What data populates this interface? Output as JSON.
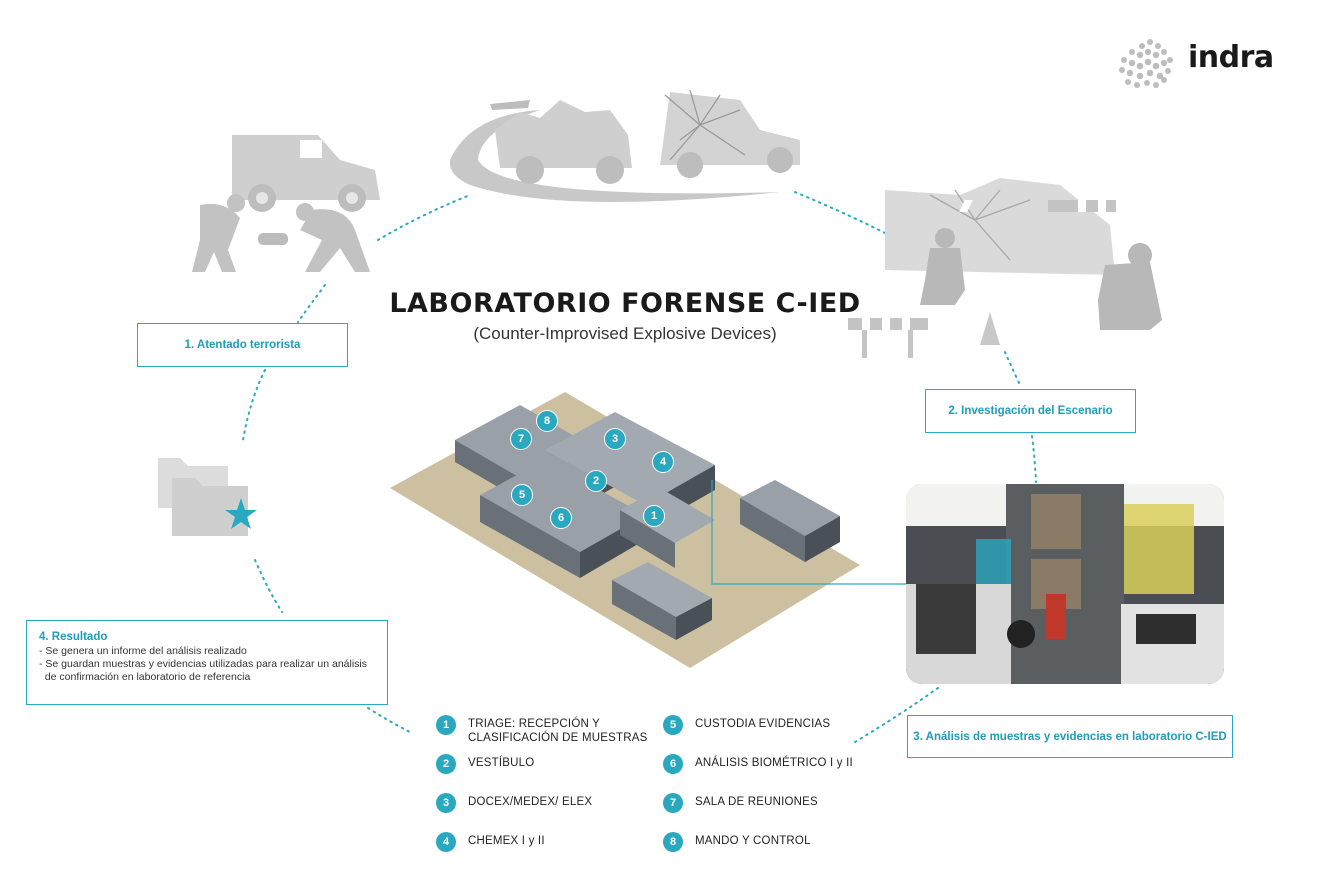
{
  "brand": {
    "name": "indra"
  },
  "title": "LABORATORIO FORENSE C-IED",
  "subtitle": "(Counter-Improvised Explosive Devices)",
  "steps": {
    "step1": "1. Atentado terrorista",
    "step2": "2. Investigación del Escenario",
    "step3": "3. Análisis de muestras y evidencias en laboratorio C-IED",
    "step4": {
      "title": "4. Resultado",
      "lines": [
        "- Se genera un informe del análisis realizado",
        "- Se guardan muestras y evidencias utilizadas para realizar un análisis",
        "  de confirmación en laboratorio de referencia"
      ]
    }
  },
  "legend": [
    {
      "num": "1",
      "label": "TRIAGE: RECEPCIÓN Y\nCLASIFICACIÓN DE MUESTRAS"
    },
    {
      "num": "2",
      "label": "VESTÍBULO"
    },
    {
      "num": "3",
      "label": "DOCEX/MEDEX/ ELEX"
    },
    {
      "num": "4",
      "label": "CHEMEX I y II"
    },
    {
      "num": "5",
      "label": "CUSTODIA EVIDENCIAS"
    },
    {
      "num": "6",
      "label": "ANÁLISIS BIOMÉTRICO I y II"
    },
    {
      "num": "7",
      "label": "SALA DE REUNIONES"
    },
    {
      "num": "8",
      "label": "MANDO Y CONTROL"
    }
  ],
  "lab_badges": [
    "8",
    "7",
    "3",
    "4",
    "2",
    "5",
    "6",
    "1"
  ],
  "colors": {
    "accent": "#2aa8c0",
    "gray_illustration": "#c8c8c8",
    "floor": "#cdc0a0"
  },
  "icons": [
    "indra-logo-icon",
    "truck-bomb-icon",
    "military-vehicle-icon",
    "explosion-scene-icon",
    "folder-star-icon",
    "lab-photo"
  ]
}
